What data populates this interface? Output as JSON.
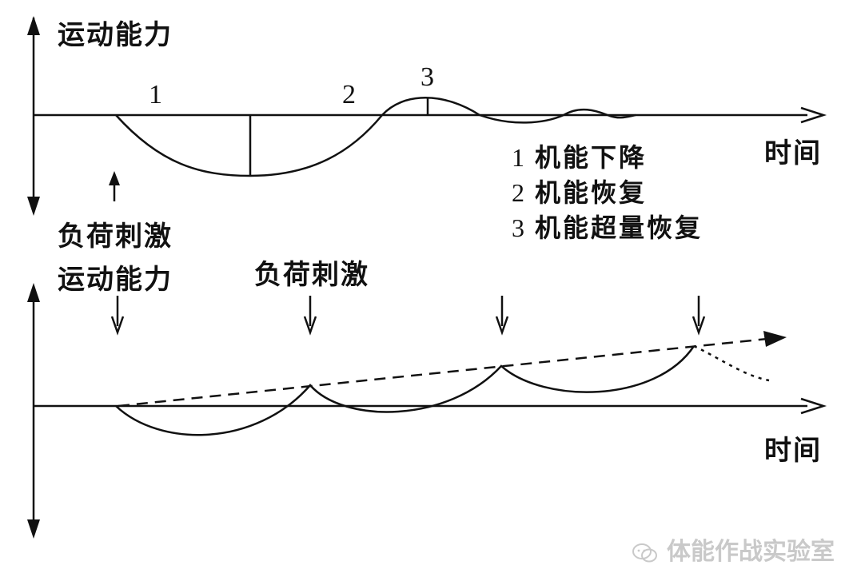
{
  "top_panel": {
    "y_axis_label": "运动能力",
    "x_axis_label": "时间",
    "phase_markers": [
      "1",
      "2",
      "3"
    ],
    "stimulus_label": "负荷刺激",
    "legend": [
      {
        "num": "1",
        "text": "机能下降"
      },
      {
        "num": "2",
        "text": "机能恢复"
      },
      {
        "num": "3",
        "text": "机能超量恢复"
      }
    ]
  },
  "bottom_panel": {
    "y_axis_label": "运动能力",
    "x_axis_label": "时间",
    "stimulus_label": "负荷刺激"
  },
  "watermark": {
    "text": "体能作战实验室",
    "icon": "wechat-icon"
  },
  "colors": {
    "line": "#111111",
    "watermark": "#c9c9c9"
  }
}
